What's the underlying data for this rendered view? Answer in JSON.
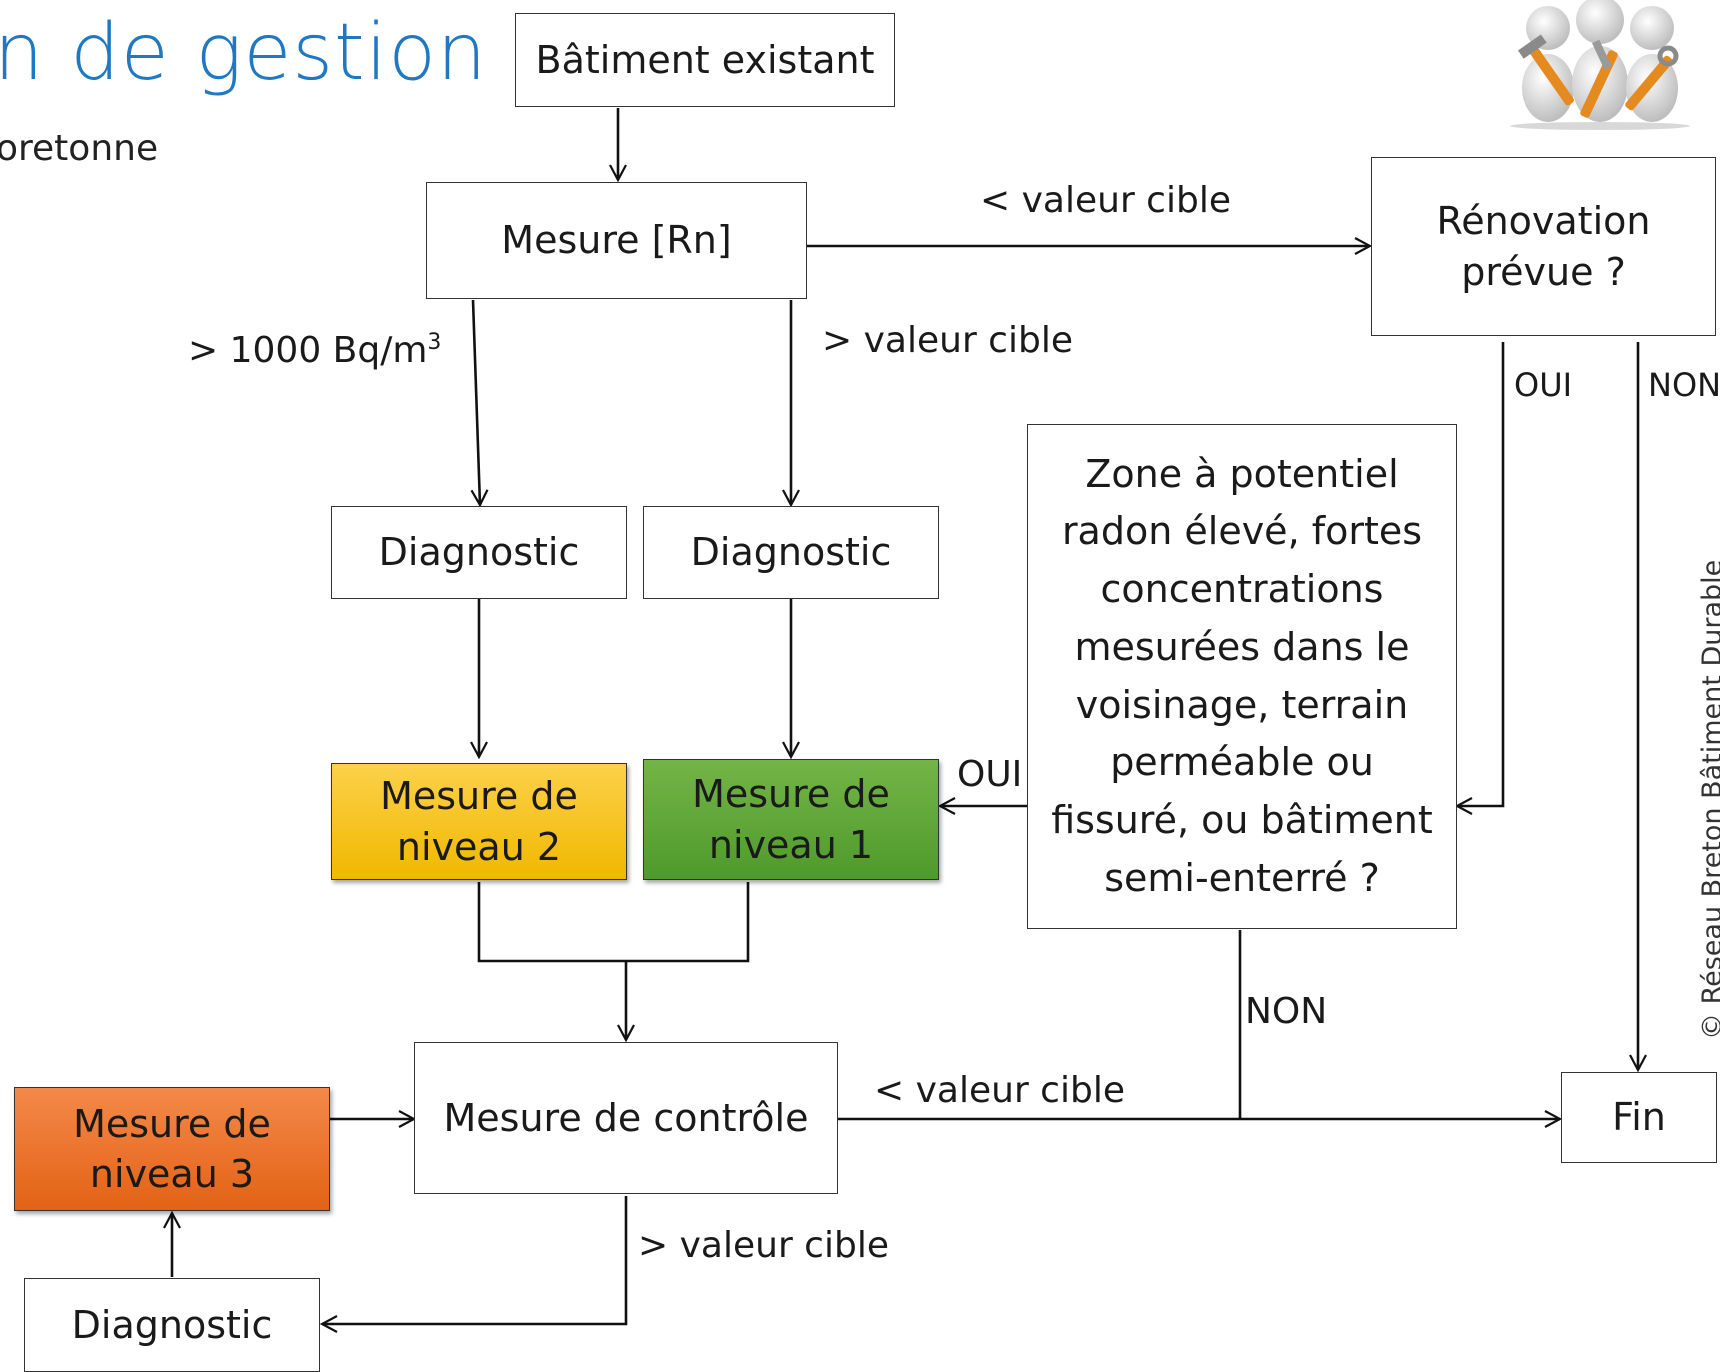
{
  "header": {
    "title": "n de gestion",
    "subtitle": "oretonne"
  },
  "nodes": {
    "batiment_existant": "Bâtiment existant",
    "mesure_rn": "Mesure [Rn]",
    "renovation_prevue": "Rénovation prévue ?",
    "diagnostic_left": "Diagnostic",
    "diagnostic_right": "Diagnostic",
    "zone_question": "Zone à potentiel radon élevé, fortes concentrations mesurées dans le voisinage, terrain perméable ou fissuré, ou bâtiment semi-enterré ?",
    "mesure_niveau_2": "Mesure de niveau 2",
    "mesure_niveau_1": "Mesure de niveau 1",
    "mesure_niveau_3": "Mesure de niveau 3",
    "mesure_controle": "Mesure de contrôle",
    "fin": "Fin",
    "diagnostic_bottom": "Diagnostic"
  },
  "edge_labels": {
    "lt_valeur_cible_top": "< valeur cible",
    "gt_1000_prefix": "> 1000 Bq/m",
    "gt_1000_sup": "3",
    "gt_valeur_cible_mid": "> valeur cible",
    "oui_renovation": "OUI",
    "non_renovation": "NON",
    "oui_zone": "OUI",
    "non_zone": "NON",
    "lt_valeur_cible_bottom": "< valeur cible",
    "gt_valeur_cible_bottom": "> valeur cible"
  },
  "copyright": "© Réseau Breton Bâtiment Durable",
  "colors": {
    "title_blue": "#1f78c1",
    "niveau_1_green": "#62a53a",
    "niveau_2_yellow": "#f7c411",
    "niveau_3_orange": "#ec6e24"
  },
  "icons": {
    "logo": "three-workers-with-tools-icon"
  }
}
